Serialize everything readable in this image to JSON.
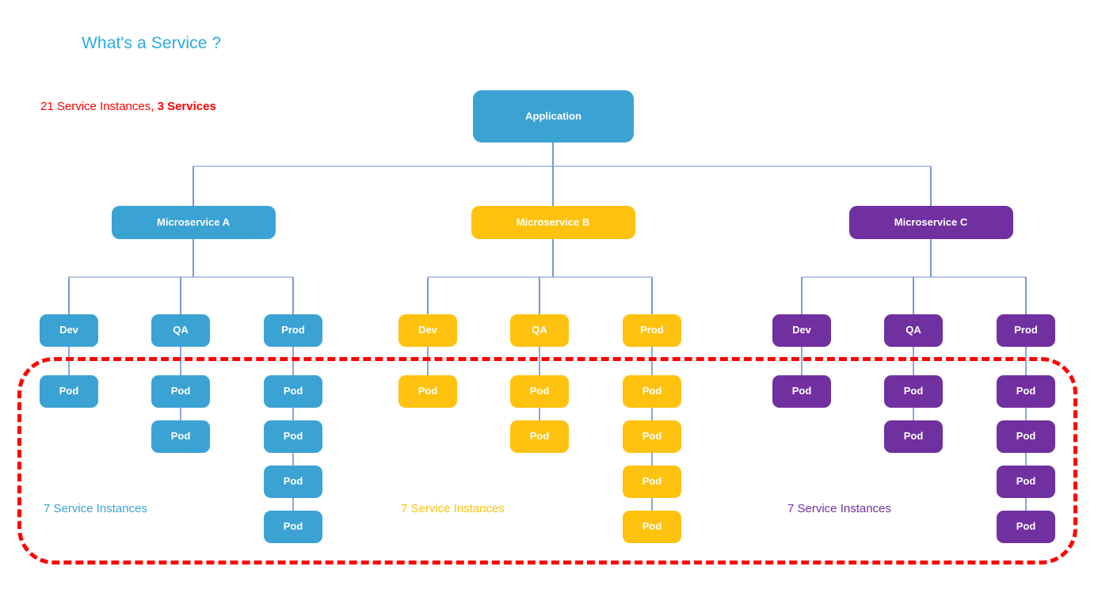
{
  "title": "What's a Service ?",
  "summary": {
    "prefix": "21 Service Instances, ",
    "emphasis": "3 Services"
  },
  "colors": {
    "title": "#29ABE2",
    "summary": "#FF0000",
    "highlight_ring": "#FF0000",
    "connector": "#5B7FC7",
    "connector_bus": "#9EB3E0",
    "microservice_a": "#3BA2D4",
    "microservice_b": "#FFC20E",
    "microservice_c": "#7030A0"
  },
  "application": {
    "label": "Application"
  },
  "groups": [
    {
      "id": "a",
      "label": "Microservice A",
      "color": "#3BA2D4",
      "fill_class": "fill-blue",
      "instances_label": "7 Service Instances",
      "environments": [
        {
          "label": "Dev",
          "pods": [
            "Pod"
          ]
        },
        {
          "label": "QA",
          "pods": [
            "Pod",
            "Pod"
          ]
        },
        {
          "label": "Prod",
          "pods": [
            "Pod",
            "Pod",
            "Pod",
            "Pod"
          ]
        }
      ]
    },
    {
      "id": "b",
      "label": "Microservice B",
      "color": "#FFC20E",
      "fill_class": "fill-amber",
      "instances_label": "7 Service Instances",
      "environments": [
        {
          "label": "Dev",
          "pods": [
            "Pod"
          ]
        },
        {
          "label": "QA",
          "pods": [
            "Pod",
            "Pod"
          ]
        },
        {
          "label": "Prod",
          "pods": [
            "Pod",
            "Pod",
            "Pod",
            "Pod"
          ]
        }
      ]
    },
    {
      "id": "c",
      "label": "Microservice C",
      "color": "#7030A0",
      "fill_class": "fill-purple",
      "instances_label": "7 Service Instances",
      "environments": [
        {
          "label": "Dev",
          "pods": [
            "Pod"
          ]
        },
        {
          "label": "QA",
          "pods": [
            "Pod",
            "Pod"
          ]
        },
        {
          "label": "Prod",
          "pods": [
            "Pod",
            "Pod",
            "Pod",
            "Pod"
          ]
        }
      ]
    }
  ]
}
